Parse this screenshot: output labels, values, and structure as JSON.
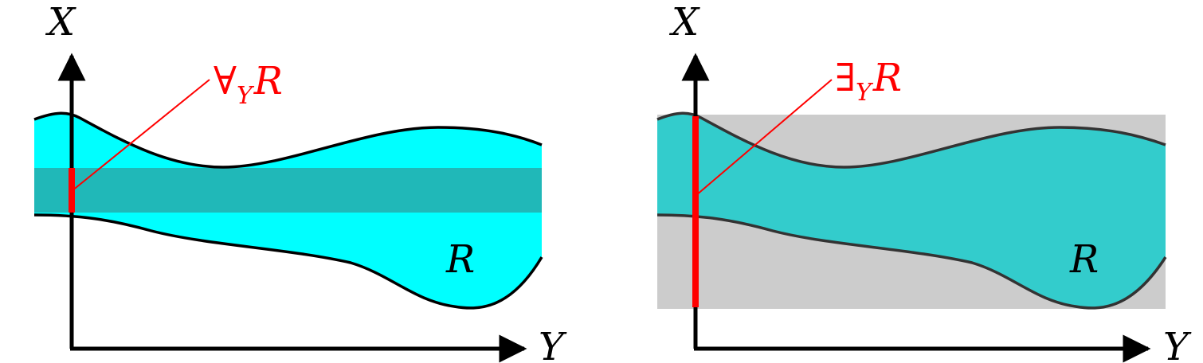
{
  "colors": {
    "region_fill": "#00ffff",
    "region_fill_dimmed": "#33cccc",
    "projection_band": "#20b8b8",
    "background_box": "#cccccc",
    "highlight": "#ff0000",
    "axis": "#000000",
    "outline_dark": "#333333"
  },
  "left_panel": {
    "x_axis_label": "X",
    "y_axis_label": "Y",
    "region_label": "R",
    "annotation": {
      "quantifier": "∀",
      "subscript": "Y",
      "relation": "R"
    }
  },
  "right_panel": {
    "x_axis_label": "X",
    "y_axis_label": "Y",
    "region_label": "R",
    "annotation": {
      "quantifier": "∃",
      "subscript": "Y",
      "relation": "R"
    }
  }
}
